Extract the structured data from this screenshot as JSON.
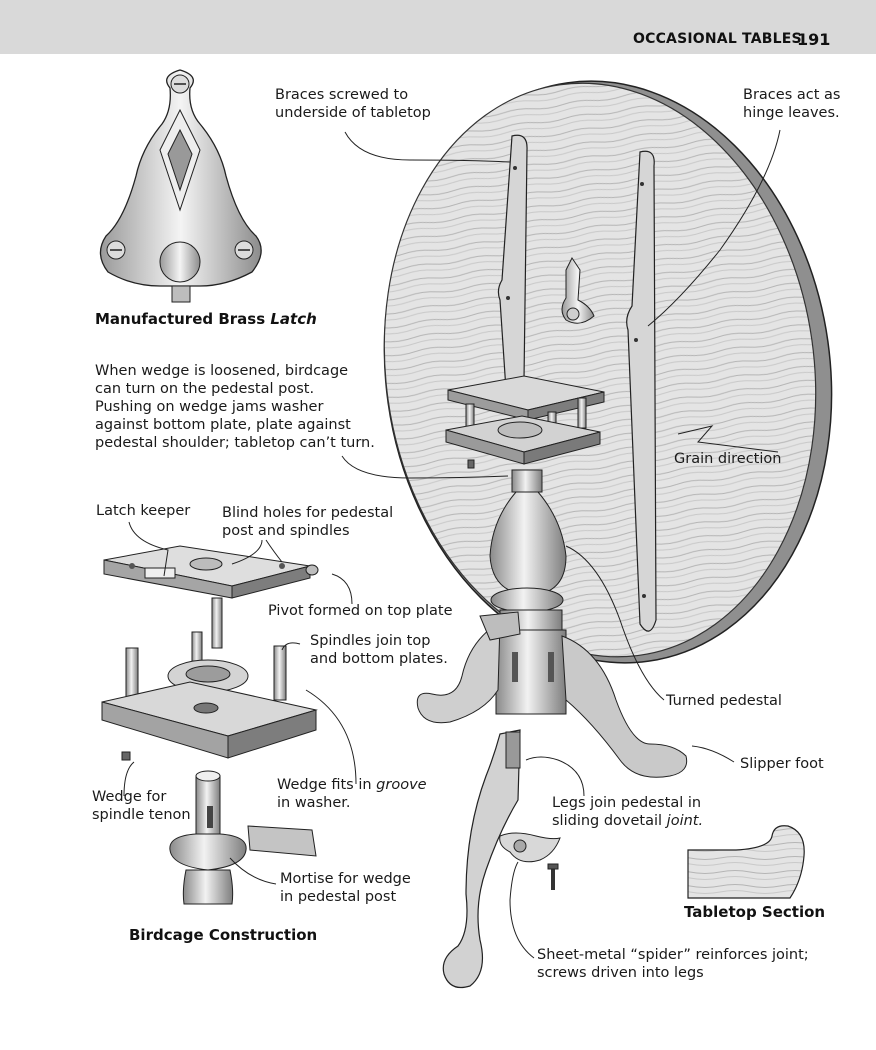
{
  "header": {
    "section_title": "OCCASIONAL TABLES",
    "page_number": "191"
  },
  "captions": {
    "latch": "Manufactured Brass ",
    "latch_italic": "Latch",
    "birdcage": "Birdcage Construction",
    "tabletop_section": "Tabletop Section"
  },
  "callouts": {
    "braces_screwed": [
      "Braces screwed to",
      "underside of tabletop"
    ],
    "braces_hinge": [
      "Braces act as",
      "hinge leaves."
    ],
    "wedge_loosened": [
      "When wedge is loosened, birdcage",
      "can turn on the pedestal post.",
      "Pushing on wedge jams washer",
      "against bottom plate, plate against",
      "pedestal shoulder; tabletop can’t turn."
    ],
    "latch_keeper": "Latch keeper",
    "blind_holes": [
      "Blind holes for pedestal",
      "post and spindles"
    ],
    "grain_direction": "Grain direction",
    "pivot": "Pivot formed on top plate",
    "spindles_join": [
      "Spindles join top",
      "and bottom plates."
    ],
    "turned_pedestal": "Turned pedestal",
    "slipper_foot": "Slipper foot",
    "wedge_groove": [
      "Wedge fits in ",
      "groove",
      "in washer."
    ],
    "wedge_tenon": [
      "Wedge for",
      "spindle tenon"
    ],
    "legs_join": [
      "Legs join pedestal in",
      "sliding dovetail ",
      "joint."
    ],
    "mortise": [
      "Mortise for wedge",
      "in pedestal post"
    ],
    "spider": [
      "Sheet-metal “spider” reinforces joint;",
      "screws driven into legs"
    ]
  },
  "colors": {
    "header_band": "#d9d9d9",
    "wood_light": "#ebebeb",
    "wood_mid": "#bdbdbd",
    "wood_dark": "#7a7a7a"
  }
}
